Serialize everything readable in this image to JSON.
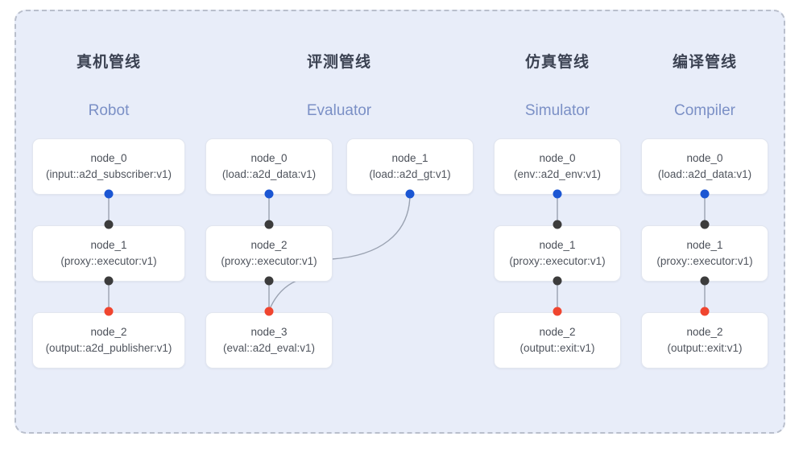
{
  "panel": {
    "border_style": "dashed",
    "border_color": "#b9bfcc",
    "background": "#e8edf9"
  },
  "palette": {
    "port_blue": "#1b56d3",
    "port_dark": "#3c3c3c",
    "port_red": "#f0452f",
    "header_cn": "#3b4252",
    "header_en": "#7b90c6",
    "node_bg": "#ffffff",
    "node_border": "#e2e6ef",
    "edge": "#9aa2b1"
  },
  "columns": [
    {
      "title_cn": "真机管线",
      "title_en": "Robot",
      "nodes": [
        {
          "name": "node_0",
          "type": "(input::a2d_subscriber:v1)"
        },
        {
          "name": "node_1",
          "type": "(proxy::executor:v1)"
        },
        {
          "name": "node_2",
          "type": "(output::a2d_publisher:v1)"
        }
      ]
    },
    {
      "title_cn": "评测管线",
      "title_en": "Evaluator",
      "nodes": [
        {
          "name": "node_0",
          "type": "(load::a2d_data:v1)"
        },
        {
          "name": "node_1",
          "type": "(load::a2d_gt:v1)"
        },
        {
          "name": "node_2",
          "type": "(proxy::executor:v1)"
        },
        {
          "name": "node_3",
          "type": "(eval::a2d_eval:v1)"
        }
      ]
    },
    {
      "title_cn": "仿真管线",
      "title_en": "Simulator",
      "nodes": [
        {
          "name": "node_0",
          "type": "(env::a2d_env:v1)"
        },
        {
          "name": "node_1",
          "type": "(proxy::executor:v1)"
        },
        {
          "name": "node_2",
          "type": "(output::exit:v1)"
        }
      ]
    },
    {
      "title_cn": "编译管线",
      "title_en": "Compiler",
      "nodes": [
        {
          "name": "node_0",
          "type": "(load::a2d_data:v1)"
        },
        {
          "name": "node_1",
          "type": "(proxy::executor:v1)"
        },
        {
          "name": "node_2",
          "type": "(output::exit:v1)"
        }
      ]
    }
  ]
}
